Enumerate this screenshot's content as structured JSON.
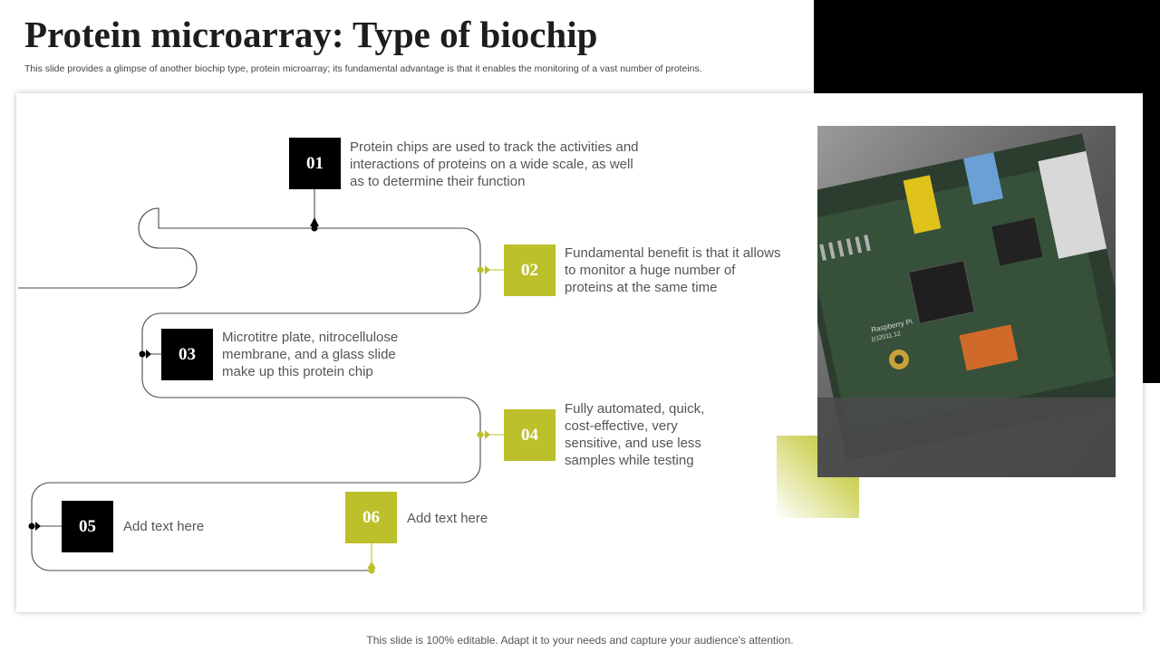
{
  "header": {
    "title": "Protein microarray: Type of biochip",
    "subtitle": "This slide provides a glimpse of another biochip type, protein microarray; its fundamental advantage is that it enables the monitoring of a vast number of proteins."
  },
  "steps": [
    {
      "number": "01",
      "text": "Protein chips are used to track the activities and interactions of proteins on a wide scale, as well as to determine their function"
    },
    {
      "number": "02",
      "text": "Fundamental benefit is that it allows to monitor a huge number of proteins at the same time"
    },
    {
      "number": "03",
      "text": "Microtitre plate, nitrocellulose membrane, and a glass slide make up this protein chip"
    },
    {
      "number": "04",
      "text": "Fully automated, quick, cost-effective, very sensitive, and use less samples while testing"
    },
    {
      "number": "05",
      "text": "Add text here"
    },
    {
      "number": "06",
      "text": "Add text here"
    }
  ],
  "photo": {
    "board_label": "Raspberry Pi",
    "board_version": "(c)2011.12"
  },
  "colors": {
    "accent": "#bcc02b",
    "dark": "#000000",
    "text": "#555555"
  },
  "footer": {
    "note": "This slide is 100% editable. Adapt it to your needs and capture your audience's attention."
  }
}
